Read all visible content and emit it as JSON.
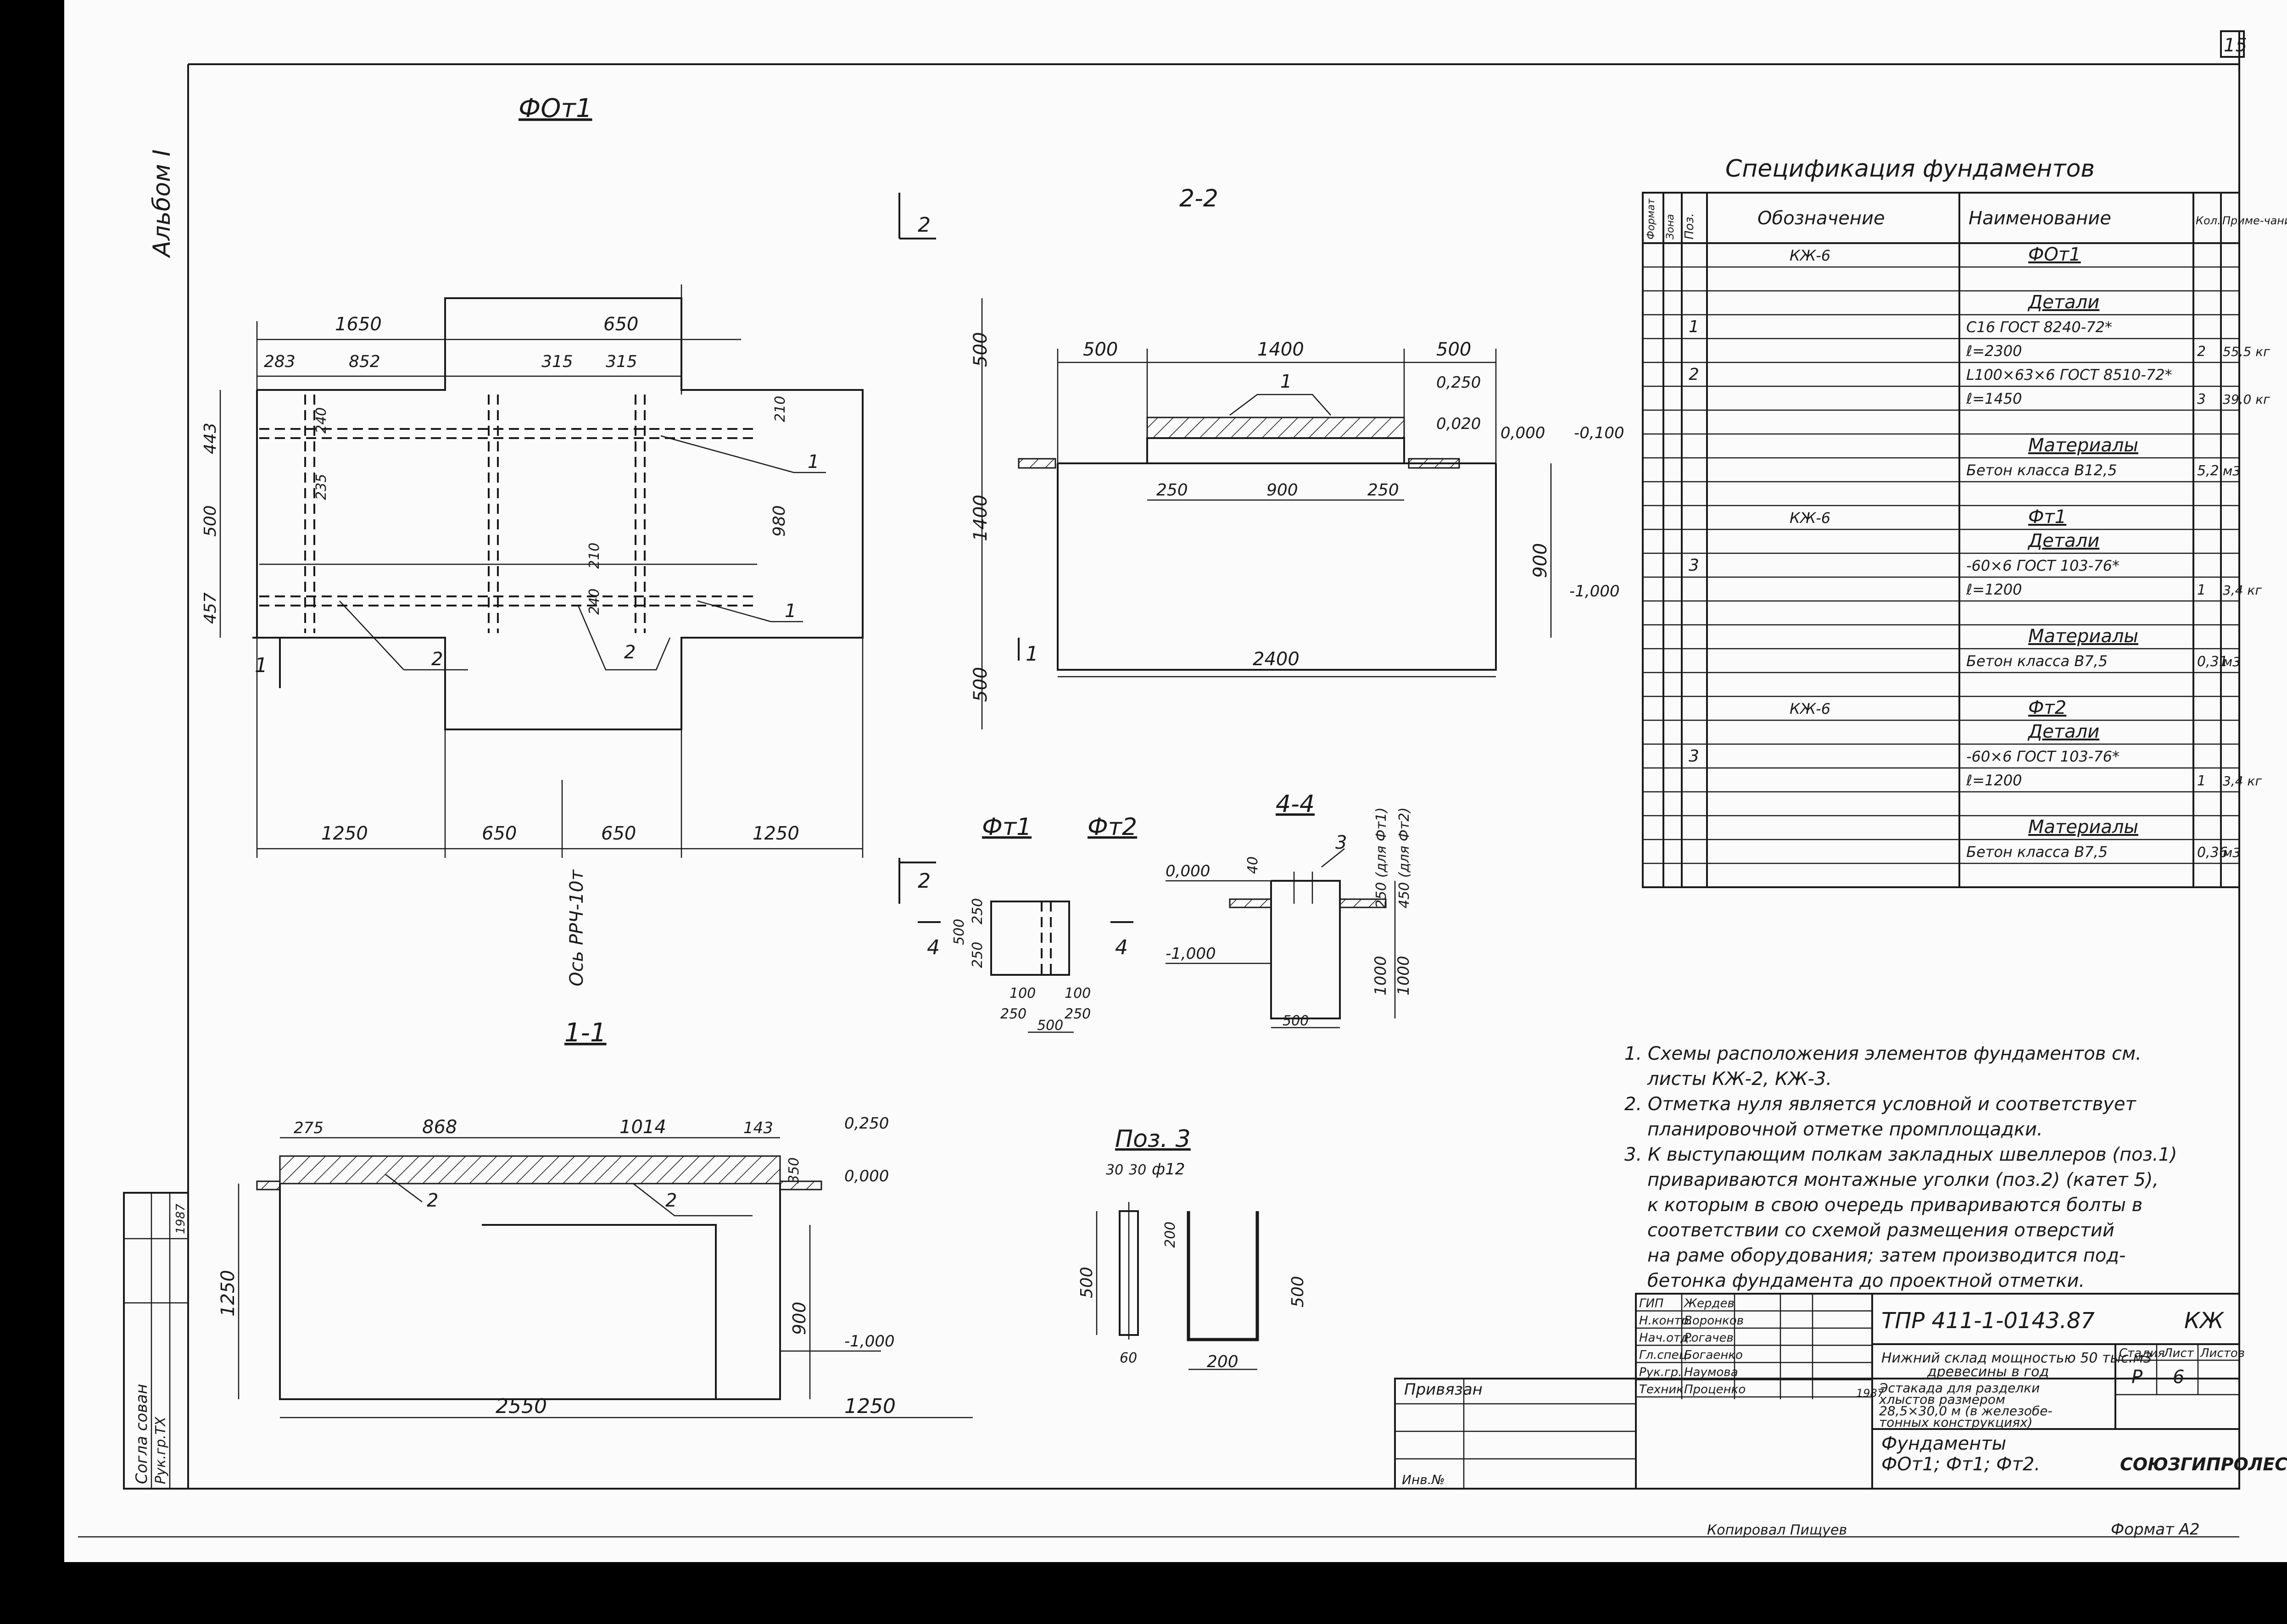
{
  "sheet": {
    "page_number": "15",
    "album_label": "Альбом I",
    "footer_copied": "Копировал Пищуев",
    "footer_format": "Формат А2",
    "left_stamp": [
      "Согла сован",
      "Рук.гр.ТХ",
      "1987"
    ]
  },
  "plan": {
    "title": "ФОт1",
    "dims_top_total": [
      "1650",
      "650"
    ],
    "dims_top": [
      "283",
      "852",
      "315",
      "315"
    ],
    "dims_left": [
      "443",
      "500",
      "457"
    ],
    "dims_inner": [
      "240",
      "235",
      "210",
      "980",
      "240",
      "210"
    ],
    "dims_right": [
      "500",
      "1400",
      "500"
    ],
    "dims_bottom": [
      "1250",
      "650",
      "650",
      "1250"
    ],
    "axis_label": "Ось РРЧ-10т",
    "callouts": [
      "1",
      "1",
      "2",
      "2"
    ],
    "section_marks": [
      "2",
      "2",
      "1"
    ]
  },
  "section_22": {
    "title": "2-2",
    "dims_top": [
      "500",
      "1400",
      "500"
    ],
    "dims_bottom": [
      "250",
      "900",
      "250"
    ],
    "dim_total": "2400",
    "dim_height": "900",
    "levels": [
      "0,250",
      "0,020",
      "0,000",
      "-0,100",
      "-1,000"
    ],
    "callout": "1",
    "section_mark": "1"
  },
  "small_plan": {
    "labels": [
      "Фт1",
      "Фт2"
    ],
    "dims": [
      "500",
      "250",
      "250",
      "100",
      "100",
      "250",
      "250",
      "500"
    ],
    "section_marks": [
      "4",
      "4"
    ]
  },
  "section_44": {
    "title": "4-4",
    "levels": [
      "0,000",
      "-1,000"
    ],
    "dims": [
      "40",
      "250 (для Фт1)",
      "450 (для Фт2)",
      "1000",
      "1000",
      "500"
    ],
    "callout": "3"
  },
  "section_11": {
    "title": "1-1",
    "dims_top": [
      "275",
      "868",
      "1014",
      "143"
    ],
    "dims_bottom": [
      "2550",
      "1250"
    ],
    "dims_side": [
      "1250",
      "350",
      "900"
    ],
    "levels": [
      "0,250",
      "0,000",
      "-1,000"
    ],
    "callouts": [
      "2",
      "2"
    ]
  },
  "pos3": {
    "title": "Поз. 3",
    "dims": [
      "30",
      "30",
      "ф12",
      "200",
      "500",
      "60",
      "500",
      "200"
    ]
  },
  "spec": {
    "title": "Спецификация фундаментов",
    "headers": [
      "Формат",
      "Зона",
      "Поз.",
      "Обозначение",
      "Наименование",
      "Кол.",
      "Приме-чание"
    ],
    "rows": [
      {
        "pos": "",
        "designation": "КЖ-6",
        "name": "ФОт1",
        "qty": "",
        "note": ""
      },
      {
        "pos": "",
        "designation": "",
        "name": "",
        "qty": "",
        "note": ""
      },
      {
        "pos": "",
        "designation": "",
        "name": "Детали",
        "qty": "",
        "note": ""
      },
      {
        "pos": "1",
        "designation": "",
        "name": "С16 ГОСТ 8240-72*",
        "qty": "",
        "note": ""
      },
      {
        "pos": "",
        "designation": "",
        "name": "ℓ=2300",
        "qty": "2",
        "note": "55,5 кг"
      },
      {
        "pos": "2",
        "designation": "",
        "name": "L100×63×6 ГОСТ 8510-72*",
        "qty": "",
        "note": ""
      },
      {
        "pos": "",
        "designation": "",
        "name": "ℓ=1450",
        "qty": "3",
        "note": "39,0 кг"
      },
      {
        "pos": "",
        "designation": "",
        "name": "",
        "qty": "",
        "note": ""
      },
      {
        "pos": "",
        "designation": "",
        "name": "Материалы",
        "qty": "",
        "note": ""
      },
      {
        "pos": "",
        "designation": "",
        "name": "Бетон класса В12,5",
        "qty": "5,2",
        "note": "м3"
      },
      {
        "pos": "",
        "designation": "",
        "name": "",
        "qty": "",
        "note": ""
      },
      {
        "pos": "",
        "designation": "КЖ-6",
        "name": "Фт1",
        "qty": "",
        "note": ""
      },
      {
        "pos": "",
        "designation": "",
        "name": "Детали",
        "qty": "",
        "note": ""
      },
      {
        "pos": "3",
        "designation": "",
        "name": "-60×6 ГОСТ 103-76*",
        "qty": "",
        "note": ""
      },
      {
        "pos": "",
        "designation": "",
        "name": "ℓ=1200",
        "qty": "1",
        "note": "3,4 кг"
      },
      {
        "pos": "",
        "designation": "",
        "name": "",
        "qty": "",
        "note": ""
      },
      {
        "pos": "",
        "designation": "",
        "name": "Материалы",
        "qty": "",
        "note": ""
      },
      {
        "pos": "",
        "designation": "",
        "name": "Бетон класса В7,5",
        "qty": "0,31",
        "note": "м3"
      },
      {
        "pos": "",
        "designation": "",
        "name": "",
        "qty": "",
        "note": ""
      },
      {
        "pos": "",
        "designation": "КЖ-6",
        "name": "Фт2",
        "qty": "",
        "note": ""
      },
      {
        "pos": "",
        "designation": "",
        "name": "Детали",
        "qty": "",
        "note": ""
      },
      {
        "pos": "3",
        "designation": "",
        "name": "-60×6 ГОСТ 103-76*",
        "qty": "",
        "note": ""
      },
      {
        "pos": "",
        "designation": "",
        "name": "ℓ=1200",
        "qty": "1",
        "note": "3,4 кг"
      },
      {
        "pos": "",
        "designation": "",
        "name": "",
        "qty": "",
        "note": ""
      },
      {
        "pos": "",
        "designation": "",
        "name": "Материалы",
        "qty": "",
        "note": ""
      },
      {
        "pos": "",
        "designation": "",
        "name": "Бетон класса В7,5",
        "qty": "0,36",
        "note": "м3"
      },
      {
        "pos": "",
        "designation": "",
        "name": "",
        "qty": "",
        "note": ""
      }
    ]
  },
  "notes": [
    "1. Схемы расположения элементов фундаментов см.",
    "листы КЖ-2, КЖ-3.",
    "2. Отметка нуля является условной и соответствует",
    "планировочной отметке промплощадки.",
    "3. К выступающим полкам закладных швеллеров (поз.1)",
    "привариваются монтажные уголки (поз.2) (катет 5),",
    "к которым в свою очередь привариваются болты в",
    "соответствии со схемой размещения отверстий",
    "на раме оборудования; затем производится под-",
    "бетонка фундамента до проектной отметки."
  ],
  "title_block": {
    "code": "ТПР 411-1-0143.87",
    "mark": "КЖ",
    "roles": [
      "ГИП",
      "Н.контр.",
      "Нач.отд.",
      "Гл.спец.",
      "Рук.гр.",
      "Техник"
    ],
    "names": [
      "Жердев",
      "Воронков",
      "Рогачев",
      "Богаенко",
      "Наумова",
      "Проценко"
    ],
    "date": "1987",
    "object": [
      "Нижний склад мощностью 50 тыс.м3",
      "древесины в год"
    ],
    "building": [
      "Эстакада для разделки",
      "хлыстов размером",
      "28,5×30,0 м (в железобе-",
      "тонных конструкциях)"
    ],
    "sheet_title": [
      "Фундаменты",
      "ФОт1; Фт1; Фт2."
    ],
    "stage_headers": [
      "Стадия",
      "Лист",
      "Листов"
    ],
    "stage": "Р",
    "sheet": "6",
    "org": "СОЮЗГИПРОЛЕСХОЗ",
    "attach_label": "Привязан",
    "inv_label": "Инв.№"
  }
}
